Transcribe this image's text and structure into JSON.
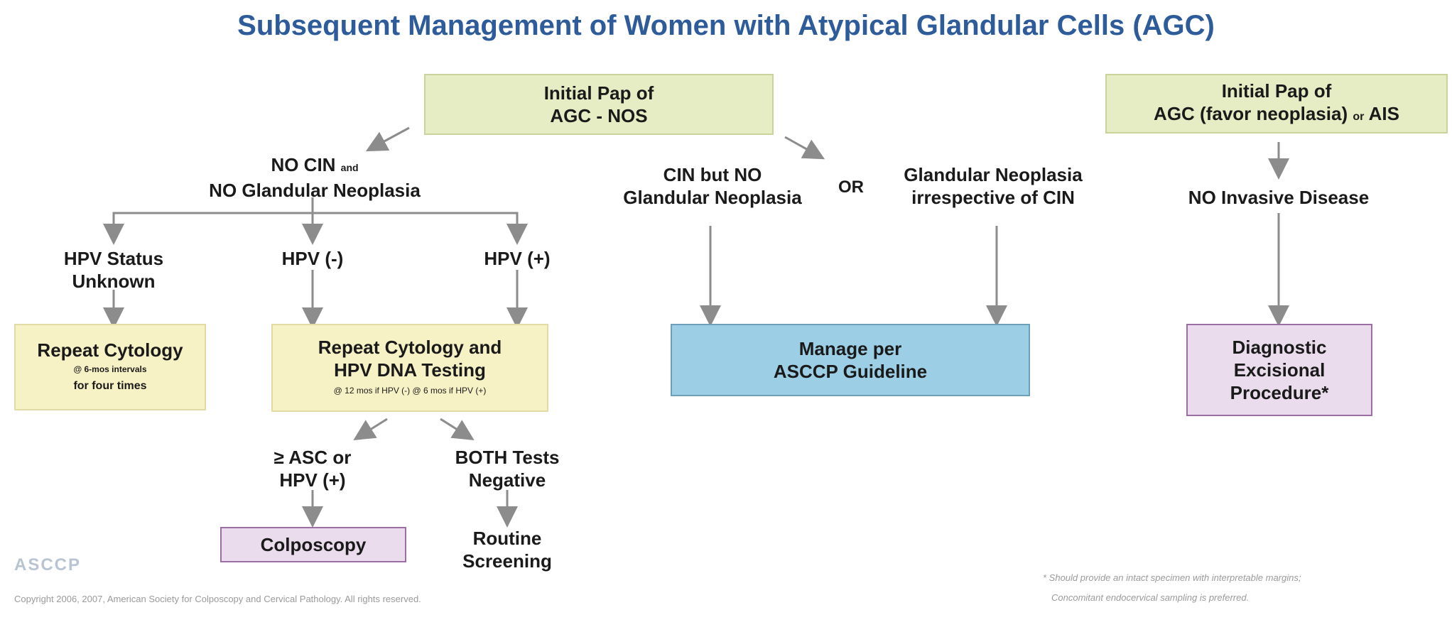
{
  "title": "Subsequent Management of Women with Atypical Glandular Cells (AGC)",
  "boxes": {
    "initial_nos": [
      "Initial Pap of",
      "AGC - NOS"
    ],
    "initial_favor": {
      "line1": "Initial Pap of",
      "line2_main": "AGC (favor neoplasia)",
      "line2_or": "or",
      "line2_end": "AIS"
    },
    "repeat_cytology": {
      "title": "Repeat Cytology",
      "line1": "@ 6-mos intervals",
      "line2": "for four times"
    },
    "repeat_hpv": {
      "title1": "Repeat Cytology and",
      "title2": "HPV DNA Testing",
      "sub": "@ 12 mos if HPV (-)   @ 6 mos if HPV (+)"
    },
    "manage": [
      "Manage per",
      "ASCCP Guideline"
    ],
    "diagnostic": [
      "Diagnostic",
      "Excisional",
      "Procedure*"
    ],
    "colposcopy": "Colposcopy"
  },
  "labels": {
    "no_cin_line1_a": "NO CIN",
    "no_cin_line1_b": "and",
    "no_cin_line2": "NO Glandular Neoplasia",
    "cin_no_glandular": [
      "CIN but NO",
      "Glandular Neoplasia"
    ],
    "or": "OR",
    "glandular_neoplasia": [
      "Glandular Neoplasia",
      "irrespective of CIN"
    ],
    "no_invasive": "NO Invasive Disease",
    "hpv_unknown": [
      "HPV Status",
      "Unknown"
    ],
    "hpv_neg": "HPV (-)",
    "hpv_pos": "HPV (+)",
    "asc_or_hpv": [
      "≥ ASC or",
      "HPV (+)"
    ],
    "both_negative": [
      "BOTH Tests",
      "Negative"
    ],
    "routine": [
      "Routine",
      "Screening"
    ]
  },
  "footer": {
    "logo": "ASCCP",
    "copyright": "Copyright 2006, 2007, American Society for Colposcopy and Cervical Pathology. All rights reserved.",
    "note1": "* Should provide an intact specimen with interpretable margins;",
    "note2": "Concomitant endocervical sampling is preferred."
  },
  "colors": {
    "title": "#2e5c9a",
    "green": "#e6edc4",
    "yellow": "#f7f2c6",
    "blue": "#9ccfe6",
    "purple": "#eadcec",
    "arrow": "#8c8c8c"
  }
}
